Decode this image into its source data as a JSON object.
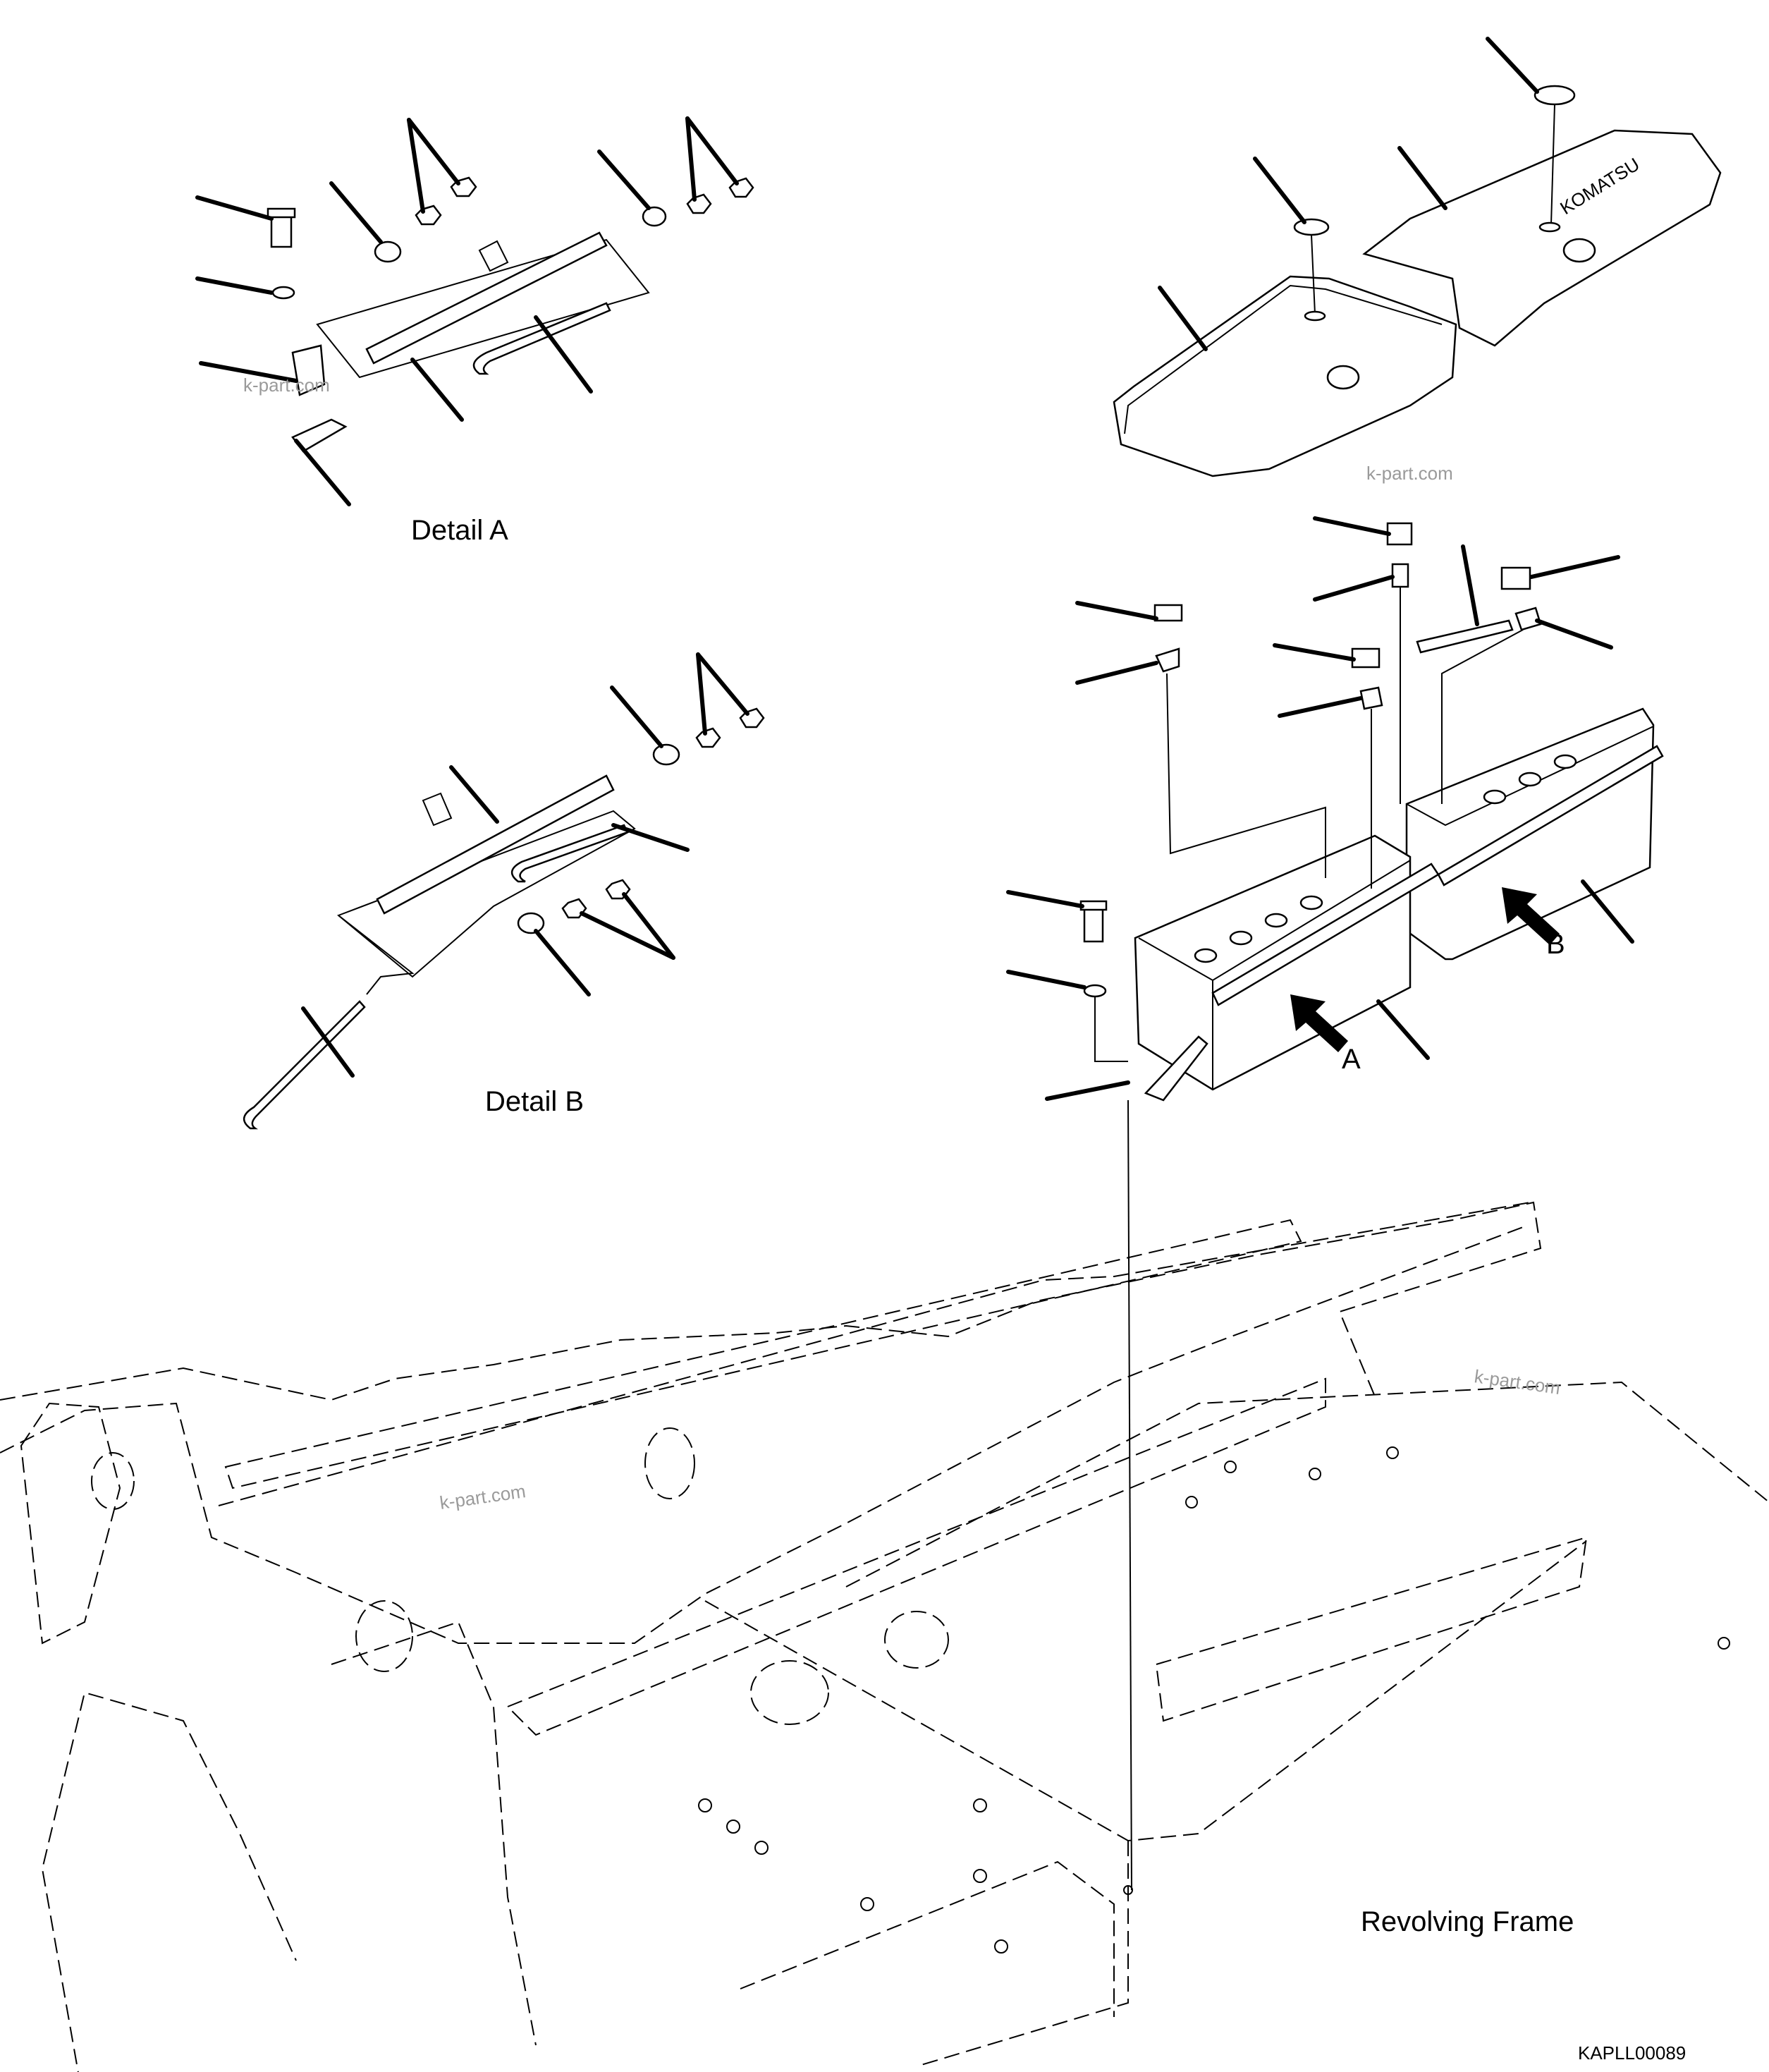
{
  "labels": {
    "detail_a": "Detail A",
    "detail_b": "Detail B",
    "arrow_a": "A",
    "arrow_b": "B",
    "revolving_frame": "Revolving Frame",
    "drawing_code": "KAPLL00089",
    "cover_brand": "KOMATSU"
  },
  "watermarks": [
    "k-part.com",
    "k-part.com",
    "k-part.com",
    "k-part.com"
  ],
  "colors": {
    "line": "#000000",
    "background": "#ffffff",
    "watermark": "#9a9a9a"
  },
  "icons": [
    "battery-icon",
    "battery-cover-icon",
    "bolt-icon",
    "washer-icon",
    "nut-icon",
    "hook-rod-icon",
    "cable-icon",
    "terminal-cap-icon",
    "arrow-icon"
  ]
}
